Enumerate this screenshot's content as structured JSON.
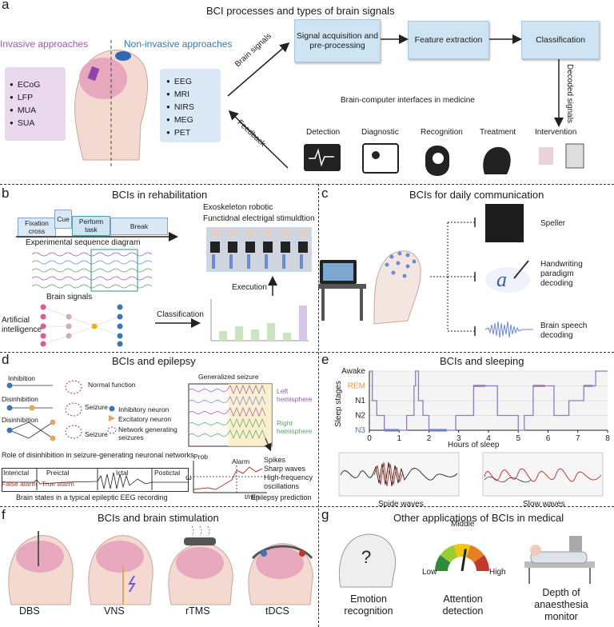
{
  "panel_a": {
    "letter": "a",
    "title": "BCI processes and types of brain signals",
    "invasive_label": "Invasive approaches",
    "noninvasive_label": "Non-invasive approaches",
    "invasive_items": [
      "ECoG",
      "LFP",
      "MUA",
      "SUA"
    ],
    "noninvasive_items": [
      "EEG",
      "MRI",
      "NIRS",
      "MEG",
      "PET"
    ],
    "brain_signals_label": "Brain signals",
    "feedback_label": "Feedback",
    "process_boxes": [
      "Signal acquisition and pre-processing",
      "Feature extraction",
      "Classification"
    ],
    "decoded_signals_label": "Decoded signals",
    "medicine_title": "Brain-computer interfaces in medicine",
    "medicine_items": [
      "Detection",
      "Diagnostic",
      "Recognition",
      "Treatment",
      "Intervention"
    ],
    "colors": {
      "invasive": "#9b59b6",
      "noninvasive": "#3a78b5",
      "box": "#cfe4f3"
    }
  },
  "panel_b": {
    "letter": "b",
    "title": "BCIs in rehabilitation",
    "sequence": [
      "Fixation cross",
      "Cue",
      "Perform task",
      "Break"
    ],
    "sequence_caption": "Experimental sequence diagram",
    "exo_title_1": "Exoskeleton robotic",
    "exo_title_2": "Functidnal electrigal stimuldtion",
    "execution_label": "Execution",
    "brain_signals_label": "Brain signals",
    "ai_label_1": "Artificial",
    "ai_label_2": "intelligence",
    "classification_label": "Classification"
  },
  "panel_c": {
    "letter": "c",
    "title": "BCIs for daily communication",
    "items": [
      "Speller",
      "Handwriting paradigm decoding",
      "Brain speech decoding"
    ]
  },
  "panel_d": {
    "letter": "d",
    "title": "BCIs and epilepsy",
    "inhibition": "Inhibition",
    "normal_function": "Normal function",
    "disinhibition_1": "Disinhibition",
    "disinhibition_2": "Disinhibition",
    "seizure_1": "Seizure",
    "seizure_2": "Seizure",
    "legend": [
      "Inhibitory neuron",
      "Excitatory neuron",
      "Network generating seizures"
    ],
    "role_caption": "Role of disinhibition in seizure-generating neuronal networks",
    "states": [
      "Interictal",
      "Preictal",
      "Ictal",
      "Postictal"
    ],
    "false_alarm": "False alarm",
    "true_alarm": "True alarm",
    "eeg_caption": "Brain states in a typical epileptic EEG recording",
    "generalized_title": "Generalized seizure",
    "left_hemisphere": "Left hemisphere",
    "right_hemisphere": "Right hemisphere",
    "prob_label": "Prob",
    "alarm_label": "Alarm",
    "omega": "ω",
    "tmin": "t/min",
    "features": [
      "Spikes",
      "Sharp waves",
      "High-frequency oscillations"
    ],
    "prediction_label": "Epilepsy prediction"
  },
  "panel_e": {
    "letter": "e",
    "title": "BCIs and sleeping",
    "ylabel": "Sleep stages",
    "xlabel": "Hours of sleep",
    "stages": [
      "Awake",
      "REM",
      "N1",
      "N2",
      "N3"
    ],
    "stage_colors": {
      "REM": "#f0932b",
      "N3": "#4f7cc4",
      "line": "#8e7cc3"
    },
    "xticks": [
      "0",
      "1",
      "2",
      "3",
      "4",
      "5",
      "6",
      "7",
      "8"
    ],
    "wave_captions": [
      "Spide waves",
      "Slow waves"
    ]
  },
  "chart_data": {
    "type": "line",
    "title": "BCIs and sleeping",
    "xlabel": "Hours of sleep",
    "ylabel": "Sleep stages",
    "xlim": [
      0,
      8
    ],
    "y_categories": [
      "N3",
      "N2",
      "N1",
      "REM",
      "Awake"
    ],
    "series": [
      {
        "x": [
          0,
          0.1,
          0.25,
          0.4,
          0.5,
          1.0,
          1.25,
          1.5,
          1.55,
          1.65,
          1.8,
          2.0,
          2.6,
          2.9,
          3.3,
          3.5,
          3.9,
          4.3,
          4.5,
          5.0,
          5.2,
          5.5,
          5.9,
          6.2,
          6.5,
          6.7,
          7.2,
          7.5,
          7.6,
          7.8,
          8.0
        ],
        "y": [
          "Awake",
          "N1",
          "N2",
          "N2",
          "N3",
          "N3",
          "N2",
          "REM",
          "Awake",
          "N1",
          "N2",
          "N3",
          "N3",
          "N2",
          "N2",
          "REM",
          "REM",
          "N2",
          "N2",
          "N3",
          "N2",
          "REM",
          "REM",
          "N2",
          "N2",
          "N1",
          "REM",
          "REM",
          "Awake",
          "Awake",
          "Awake"
        ]
      }
    ]
  },
  "panel_f": {
    "letter": "f",
    "title": "BCIs and brain stimulation",
    "items": [
      "DBS",
      "VNS",
      "rTMS",
      "tDCS"
    ]
  },
  "panel_g": {
    "letter": "g",
    "title": "Other applications of BCIs in medical",
    "items": [
      "Emotion recognition",
      "Attention detection",
      "Depth of anaesthesia monitor"
    ],
    "gauge": {
      "low": "Low",
      "middle": "Middle",
      "high": "High",
      "level": 0.55
    }
  }
}
